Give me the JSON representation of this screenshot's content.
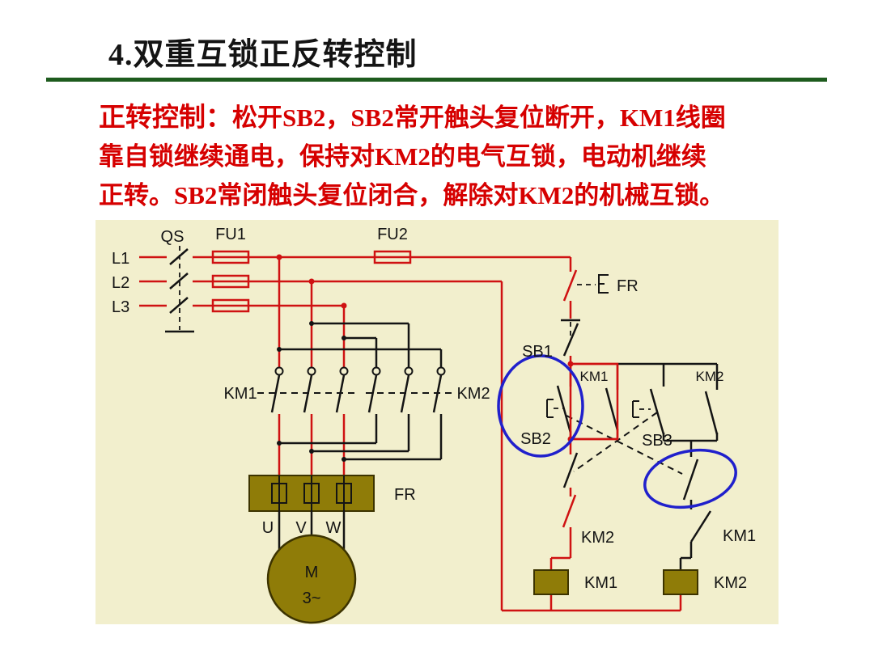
{
  "slide": {
    "title": "4.双重互锁正反转控制",
    "paragraph": {
      "lead": "正转控制：",
      "line1_rest": "松开SB2，SB2常开触头复位断开，KM1线圈",
      "line2": "靠自锁继续通电，保持对KM2的电气互锁，电动机继续",
      "line3": "正转。SB2常闭触头复位闭合，解除对KM2的机械互锁。"
    }
  },
  "diagram": {
    "colors": {
      "background": "#f2efcd",
      "wire_red": "#cf1212",
      "wire_black": "#141414",
      "component": "#8f7c08",
      "component_edge": "#3c3300",
      "highlight_blue": "#2020cc",
      "highlight_red": "#cf1212",
      "title_rule_green": "#1e5b1e",
      "paragraph_red": "#d60000"
    },
    "labels": {
      "l1": "L1",
      "l2": "L2",
      "l3": "L3",
      "qs": "QS",
      "fu1": "FU1",
      "fu2": "FU2",
      "km1_main": "KM1",
      "km2_main": "KM2",
      "fr_block": "FR",
      "fr_contact": "FR",
      "sb1": "SB1",
      "sb2": "SB2",
      "sb3": "SB3",
      "km1_aux": "KM1",
      "km2_aux": "KM2",
      "km2_interlock": "KM2",
      "km1_interlock": "KM1",
      "km1_coil": "KM1",
      "km2_coil": "KM2",
      "u": "U",
      "v": "V",
      "w": "W",
      "motor_m": "M",
      "motor_phase": "3~"
    }
  }
}
